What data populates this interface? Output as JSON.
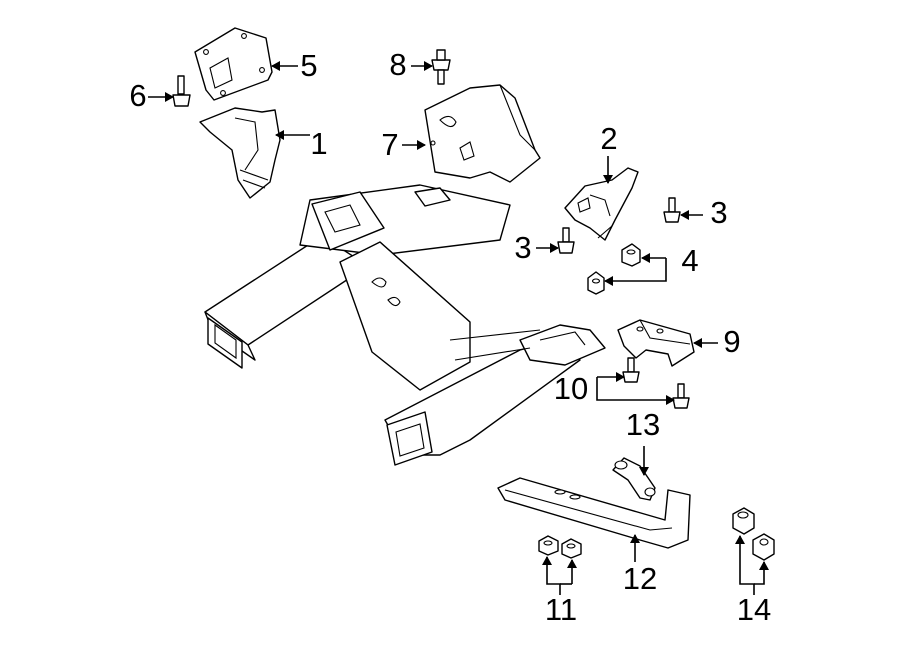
{
  "callouts": [
    {
      "id": "1",
      "text": "1"
    },
    {
      "id": "2",
      "text": "2"
    },
    {
      "id": "3a",
      "text": "3"
    },
    {
      "id": "3b",
      "text": "3"
    },
    {
      "id": "4",
      "text": "4"
    },
    {
      "id": "5",
      "text": "5"
    },
    {
      "id": "6",
      "text": "6"
    },
    {
      "id": "7",
      "text": "7"
    },
    {
      "id": "8",
      "text": "8"
    },
    {
      "id": "9",
      "text": "9"
    },
    {
      "id": "10",
      "text": "10"
    },
    {
      "id": "11",
      "text": "11"
    },
    {
      "id": "12",
      "text": "12"
    },
    {
      "id": "13",
      "text": "13"
    },
    {
      "id": "14",
      "text": "14"
    }
  ],
  "colors": {
    "line": "#000000",
    "fill": "#ffffff"
  }
}
